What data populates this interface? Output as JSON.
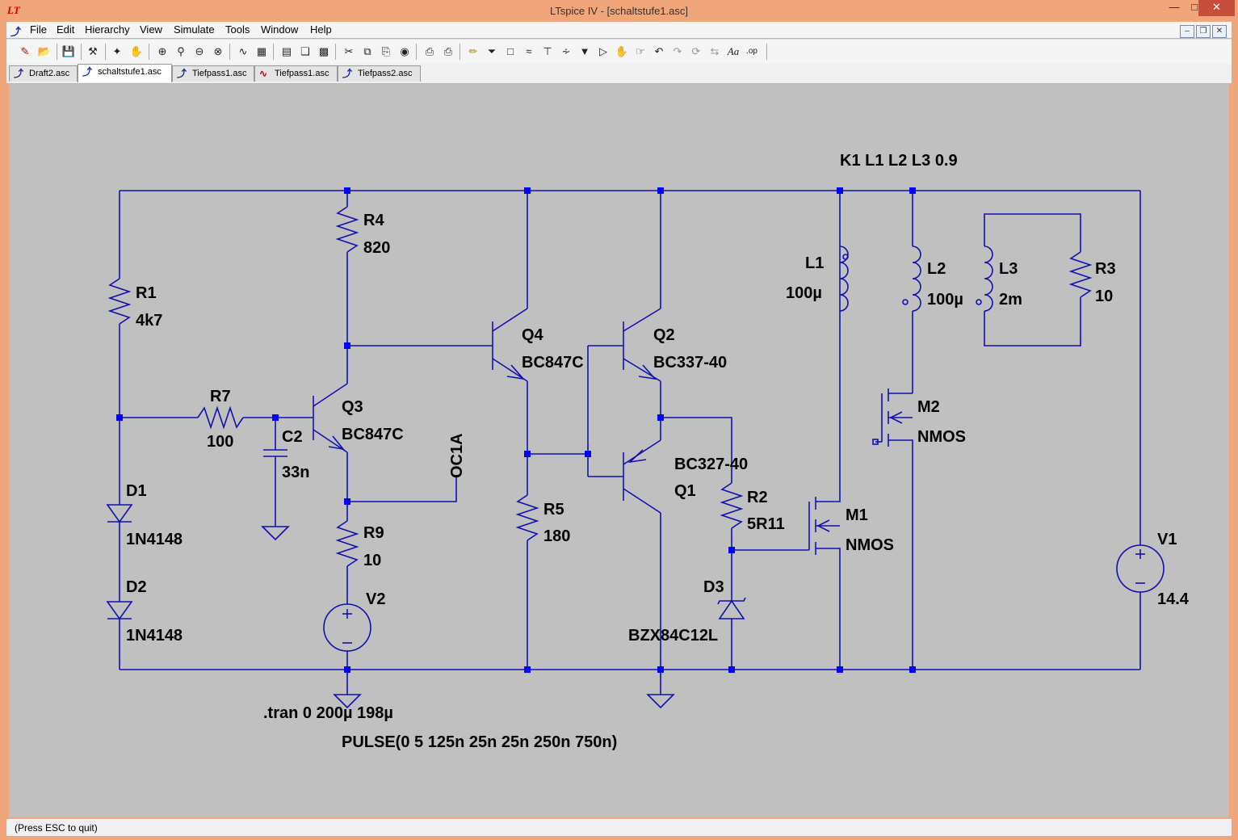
{
  "window": {
    "title": "LTspice IV - [schaltstufe1.asc]",
    "app_icon": "LT"
  },
  "menu": [
    "File",
    "Edit",
    "Hierarchy",
    "View",
    "Simulate",
    "Tools",
    "Window",
    "Help"
  ],
  "tabs": [
    {
      "label": "Draft2.asc",
      "icon": "schematic-icon"
    },
    {
      "label": "schaltstufe1.asc",
      "icon": "schematic-icon",
      "active": true
    },
    {
      "label": "Tiefpass1.asc",
      "icon": "schematic-icon"
    },
    {
      "label": "Tiefpass1.asc",
      "icon": "waveform-icon"
    },
    {
      "label": "Tiefpass2.asc",
      "icon": "schematic-icon"
    }
  ],
  "schematic": {
    "coupling": "K1 L1 L2 L3 0.9",
    "R1": {
      "name": "R1",
      "value": "4k7"
    },
    "R4": {
      "name": "R4",
      "value": "820"
    },
    "R7": {
      "name": "R7",
      "value": "100"
    },
    "C2": {
      "name": "C2",
      "value": "33n"
    },
    "D1": {
      "name": "D1",
      "value": "1N4148"
    },
    "D2": {
      "name": "D2",
      "value": "1N4148"
    },
    "Q3": {
      "name": "Q3",
      "value": "BC847C"
    },
    "R9": {
      "name": "R9",
      "value": "10"
    },
    "V2": {
      "name": "V2"
    },
    "OC1A": "OC1A",
    "Q4": {
      "name": "Q4",
      "value": "BC847C"
    },
    "R5": {
      "name": "R5",
      "value": "180"
    },
    "Q2": {
      "name": "Q2",
      "value": "BC337-40"
    },
    "Q1": {
      "name": "Q1",
      "value": "BC327-40"
    },
    "R2": {
      "name": "R2",
      "value": "5R11"
    },
    "D3": {
      "name": "D3",
      "value": "BZX84C12L"
    },
    "L1": {
      "name": "L1",
      "value": "100µ"
    },
    "L2": {
      "name": "L2",
      "value": "100µ"
    },
    "L3": {
      "name": "L3",
      "value": "2m"
    },
    "R3": {
      "name": "R3",
      "value": "10"
    },
    "M1": {
      "name": "M1",
      "value": "NMOS"
    },
    "M2": {
      "name": "M2",
      "value": "NMOS"
    },
    "V1": {
      "name": "V1",
      "value": "14.4"
    },
    "tran": ".tran 0 200µ 198µ",
    "pulse": "PULSE(0 5 125n 25n 25n 250n 750n)"
  },
  "colors": {
    "wire": "#1010b0",
    "junction": "#0000ff",
    "canvas": "#c0c0c0",
    "titlebar": "#f0a57a"
  },
  "status": "(Press ESC to quit)"
}
